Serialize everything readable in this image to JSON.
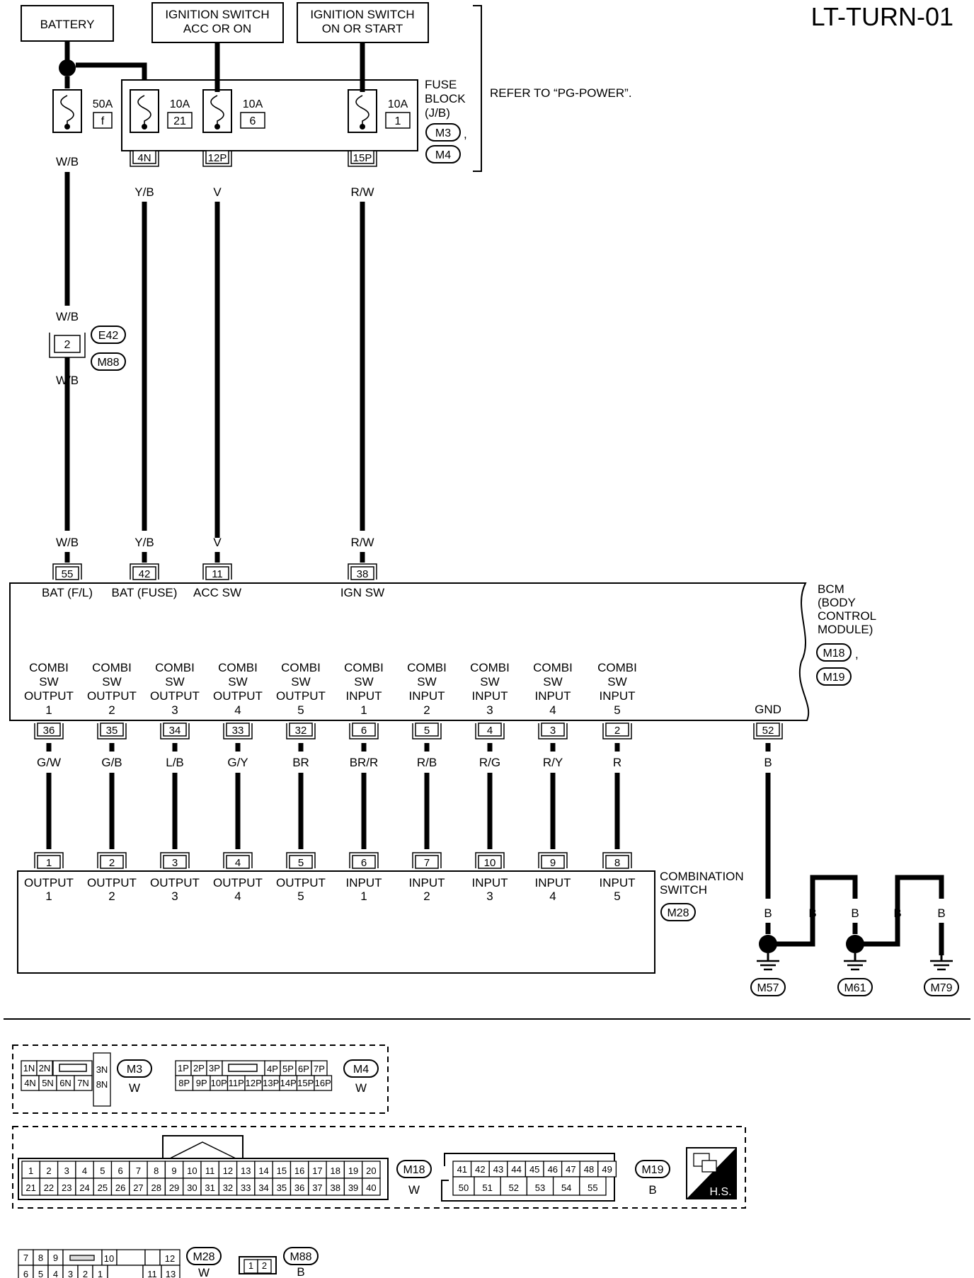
{
  "title": "LT-TURN-01",
  "sources": {
    "battery": "BATTERY",
    "ign_acc": [
      "IGNITION SWITCH",
      "ACC OR ON"
    ],
    "ign_start": [
      "IGNITION SWITCH",
      "ON OR START"
    ]
  },
  "fuse_block": {
    "label": [
      "FUSE",
      "BLOCK",
      "(J/B)"
    ],
    "connectors": [
      "M3",
      "M4"
    ],
    "refer": "REFER TO “PG-POWER”."
  },
  "fuses": [
    {
      "amp": "50A",
      "id": "f"
    },
    {
      "amp": "10A",
      "id": "21"
    },
    {
      "amp": "10A",
      "id": "6"
    },
    {
      "amp": "10A",
      "id": "1"
    }
  ],
  "fuse_pins": [
    "4N",
    "12P",
    "15P"
  ],
  "top_wires": {
    "bat": "W/B",
    "fuse21": "Y/B",
    "fuse6": "V",
    "fuse1": "R/W"
  },
  "inline_connector": {
    "pin": "2",
    "codes": [
      "E42",
      "M88"
    ],
    "color_above": "W/B",
    "color_below": "W/B"
  },
  "bcm": {
    "label": [
      "BCM",
      "(BODY",
      "CONTROL",
      "MODULE)"
    ],
    "connectors": [
      "M18",
      "M19"
    ],
    "top_pins": [
      {
        "color": "W/B",
        "pin": "55",
        "label": "BAT (F/L)"
      },
      {
        "color": "Y/B",
        "pin": "42",
        "label": "BAT (FUSE)"
      },
      {
        "color": "V",
        "pin": "11",
        "label": "ACC SW"
      },
      {
        "color": "R/W",
        "pin": "38",
        "label": "IGN SW"
      }
    ],
    "bottom_pins": [
      {
        "label": [
          "COMBI",
          "SW",
          "OUTPUT",
          "1"
        ],
        "pin": "36",
        "color": "G/W"
      },
      {
        "label": [
          "COMBI",
          "SW",
          "OUTPUT",
          "2"
        ],
        "pin": "35",
        "color": "G/B"
      },
      {
        "label": [
          "COMBI",
          "SW",
          "OUTPUT",
          "3"
        ],
        "pin": "34",
        "color": "L/B"
      },
      {
        "label": [
          "COMBI",
          "SW",
          "OUTPUT",
          "4"
        ],
        "pin": "33",
        "color": "G/Y"
      },
      {
        "label": [
          "COMBI",
          "SW",
          "OUTPUT",
          "5"
        ],
        "pin": "32",
        "color": "BR"
      },
      {
        "label": [
          "COMBI",
          "SW",
          "INPUT",
          "1"
        ],
        "pin": "6",
        "color": "BR/R"
      },
      {
        "label": [
          "COMBI",
          "SW",
          "INPUT",
          "2"
        ],
        "pin": "5",
        "color": "R/B"
      },
      {
        "label": [
          "COMBI",
          "SW",
          "INPUT",
          "3"
        ],
        "pin": "4",
        "color": "R/G"
      },
      {
        "label": [
          "COMBI",
          "SW",
          "INPUT",
          "4"
        ],
        "pin": "3",
        "color": "R/Y"
      },
      {
        "label": [
          "COMBI",
          "SW",
          "INPUT",
          "5"
        ],
        "pin": "2",
        "color": "R"
      }
    ],
    "gnd": {
      "label": "GND",
      "pin": "52",
      "color": "B"
    }
  },
  "combination_switch": {
    "label": [
      "COMBINATION",
      "SWITCH"
    ],
    "connector": "M28",
    "pins": [
      {
        "pin": "1",
        "label": [
          "OUTPUT",
          "1"
        ]
      },
      {
        "pin": "2",
        "label": [
          "OUTPUT",
          "2"
        ]
      },
      {
        "pin": "3",
        "label": [
          "OUTPUT",
          "3"
        ]
      },
      {
        "pin": "4",
        "label": [
          "OUTPUT",
          "4"
        ]
      },
      {
        "pin": "5",
        "label": [
          "OUTPUT",
          "5"
        ]
      },
      {
        "pin": "6",
        "label": [
          "INPUT",
          "1"
        ]
      },
      {
        "pin": "7",
        "label": [
          "INPUT",
          "2"
        ]
      },
      {
        "pin": "10",
        "label": [
          "INPUT",
          "3"
        ]
      },
      {
        "pin": "9",
        "label": [
          "INPUT",
          "4"
        ]
      },
      {
        "pin": "8",
        "label": [
          "INPUT",
          "5"
        ]
      }
    ]
  },
  "grounds": {
    "wire_color": "B",
    "labels": [
      "M57",
      "M61",
      "M79"
    ]
  },
  "connector_views": {
    "m3": {
      "code": "M3",
      "color": "W",
      "row1": [
        "1N",
        "2N",
        "3N"
      ],
      "row2": [
        "4N",
        "5N",
        "6N",
        "7N",
        "8N"
      ]
    },
    "m4": {
      "code": "M4",
      "color": "W",
      "row1": [
        "1P",
        "2P",
        "3P",
        "4P",
        "5P",
        "6P",
        "7P"
      ],
      "row2": [
        "8P",
        "9P",
        "10P",
        "11P",
        "12P",
        "13P",
        "14P",
        "15P",
        "16P"
      ]
    },
    "m18": {
      "code": "M18",
      "color": "W",
      "row1": [
        "1",
        "2",
        "3",
        "4",
        "5",
        "6",
        "7",
        "8",
        "9",
        "10",
        "11",
        "12",
        "13",
        "14",
        "15",
        "16",
        "17",
        "18",
        "19",
        "20"
      ],
      "row2": [
        "21",
        "22",
        "23",
        "24",
        "25",
        "26",
        "27",
        "28",
        "29",
        "30",
        "31",
        "32",
        "33",
        "34",
        "35",
        "36",
        "37",
        "38",
        "39",
        "40"
      ]
    },
    "m19": {
      "code": "M19",
      "color": "B",
      "row1": [
        "41",
        "42",
        "43",
        "44",
        "45",
        "46",
        "47",
        "48",
        "49"
      ],
      "row2": [
        "50",
        "51",
        "52",
        "53",
        "54",
        "55"
      ]
    },
    "hs": "H.S.",
    "m28": {
      "code": "M28",
      "color": "W",
      "row1": [
        "7",
        "8",
        "9",
        "10",
        "12"
      ],
      "row2": [
        "6",
        "5",
        "4",
        "3",
        "2",
        "1",
        "11",
        "13"
      ]
    },
    "m88": {
      "code": "M88",
      "color": "B",
      "row1": [
        "1",
        "2"
      ]
    }
  }
}
